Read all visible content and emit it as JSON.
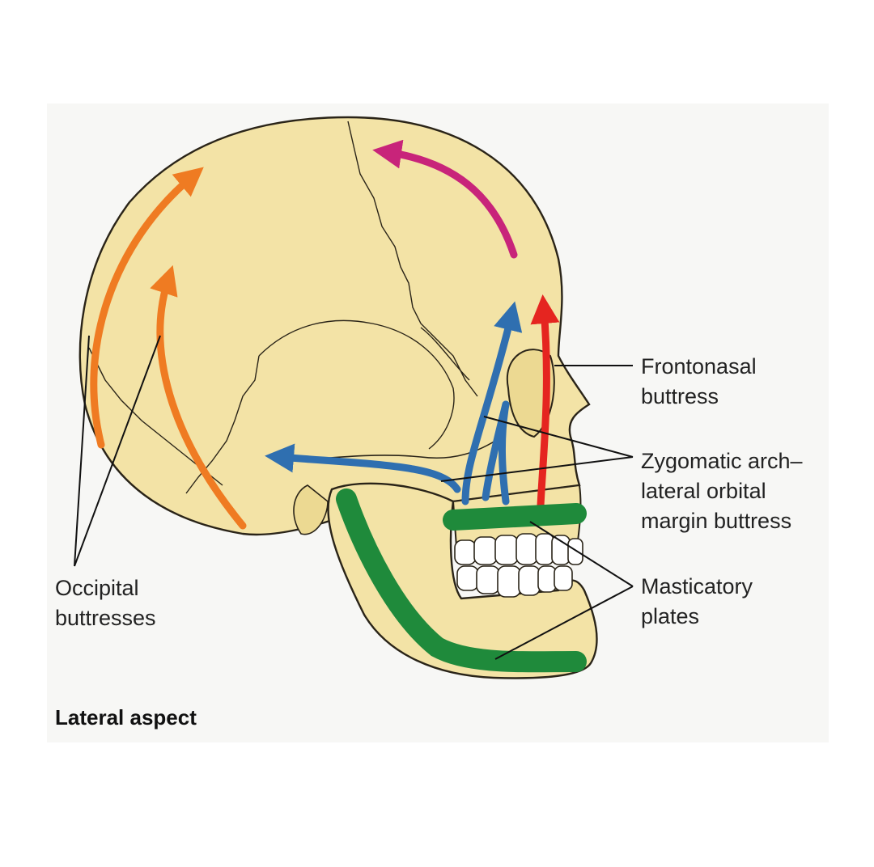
{
  "labels": {
    "frontonasal": [
      "Frontonasal",
      "buttress"
    ],
    "zygomatic": [
      "Zygomatic arch–",
      "lateral orbital",
      "margin buttress"
    ],
    "masticatory": [
      "Masticatory",
      "plates"
    ],
    "occipital": [
      "Occipital",
      "buttresses"
    ]
  },
  "caption": "Lateral aspect",
  "colors": {
    "bone": "#f3e3a6",
    "bone_outline": "#2a2418",
    "occipital": "#ef7b22",
    "frontal": "#c8247a",
    "frontonasal": "#e52520",
    "zygomatic": "#2f6fb0",
    "masticatory": "#1f8a3b"
  }
}
